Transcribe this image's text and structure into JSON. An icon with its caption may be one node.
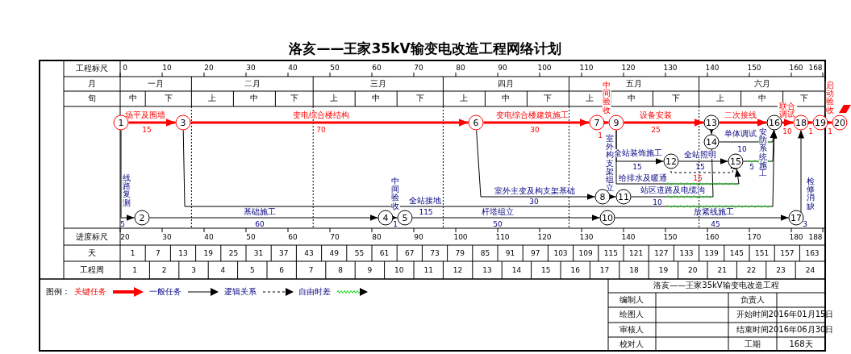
{
  "diagram": {
    "title": "洛亥——王家35kV输变电改造工程网络计划",
    "nodes": [
      {
        "text": [
          "1"
        ]
      },
      {
        "text": [
          "2"
        ]
      },
      {
        "text": [
          "3"
        ]
      },
      {
        "text": [
          "4"
        ]
      },
      {
        "text": [
          "5"
        ]
      },
      {
        "text": [
          "6"
        ]
      },
      {
        "text": [
          "7"
        ]
      },
      {
        "text": [
          "8"
        ]
      },
      {
        "text": [
          "9"
        ]
      },
      {
        "text": [
          "10"
        ]
      },
      {
        "text": [
          "11"
        ]
      },
      {
        "text": [
          "12"
        ]
      },
      {
        "text": [
          "13"
        ]
      },
      {
        "text": [
          "14"
        ]
      },
      {
        "text": [
          "15"
        ]
      },
      {
        "text": [
          "16"
        ]
      },
      {
        "text": [
          "17"
        ]
      },
      {
        "text": [
          "18"
        ]
      },
      {
        "text": [
          "19"
        ]
      },
      {
        "text": [
          "20"
        ]
      }
    ],
    "edges": [
      {
        "from": 0,
        "to": 2,
        "arrow": "to",
        "label": "场平及围墙",
        "style": "thick",
        "color": "#ff0000"
      },
      {
        "from": 0,
        "to": 1,
        "arrow": "to",
        "label": "线路复测"
      },
      {
        "from": 2,
        "to": 5,
        "arrow": "to",
        "label": "变电综合楼结构",
        "style": "thick",
        "color": "#ff0000"
      },
      {
        "from": 2,
        "to": 15,
        "arrow": "to",
        "label": "全站接地"
      },
      {
        "from": 1,
        "to": 3,
        "arrow": "to",
        "label": "基础施工"
      },
      {
        "from": 3,
        "to": 4,
        "arrow": "to",
        "label": "中间验收"
      },
      {
        "from": 5,
        "to": 6,
        "arrow": "to",
        "label": "变电综合楼建筑施工",
        "style": "thick",
        "color": "#ff0000"
      },
      {
        "from": 5,
        "to": 7,
        "arrow": "to",
        "label": "室外主变及构支架基础"
      },
      {
        "from": 4,
        "to": 9,
        "arrow": "to",
        "label": "杆塔组立"
      },
      {
        "from": 6,
        "to": 8,
        "arrow": "to",
        "label": "中间验收",
        "style": "thick",
        "color": "#ff0000"
      },
      {
        "from": 8,
        "to": 12,
        "arrow": "to",
        "label": "设备安装",
        "style": "thick",
        "color": "#ff0000"
      },
      {
        "from": 8,
        "to": 11,
        "arrow": "to",
        "label": "全站装饰施工"
      },
      {
        "from": 8,
        "to": 14,
        "arrow": "to",
        "label": "给排水及暖通"
      },
      {
        "from": 7,
        "to": 10,
        "arrow": "to",
        "label": "室外构支架组立"
      },
      {
        "from": 10,
        "to": 13,
        "arrow": "to",
        "label": "站区道路及电缆沟"
      },
      {
        "from": 9,
        "to": 16,
        "arrow": "to",
        "label": "放紧线施工"
      },
      {
        "from": 11,
        "to": 14,
        "arrow": "to",
        "label": "全站照明"
      },
      {
        "from": 11,
        "to": 14,
        "arrow": "to",
        "style": "dashed"
      },
      {
        "from": 12,
        "to": 13,
        "arrow": "to"
      },
      {
        "from": 12,
        "to": 15,
        "arrow": "to",
        "label": "二次接线",
        "style": "thick",
        "color": "#ff0000"
      },
      {
        "from": 13,
        "to": 15,
        "arrow": "to",
        "label": "单体调试"
      },
      {
        "from": 14,
        "to": 15,
        "arrow": "to",
        "label": "安防系统施工"
      },
      {
        "from": 15,
        "to": 17,
        "arrow": "to",
        "label": "联合调试",
        "style": "thick",
        "color": "#ff0000"
      },
      {
        "from": 16,
        "to": 17,
        "arrow": "to",
        "label": "检修消缺"
      },
      {
        "from": 17,
        "to": 18,
        "arrow": "to",
        "style": "thick",
        "color": "#ff0000"
      },
      {
        "from": 18,
        "to": 19,
        "arrow": "to",
        "label": "启动验收",
        "style": "thick",
        "color": "#ff0000"
      }
    ],
    "labels": [
      "工程标尺",
      "0",
      "10",
      "20",
      "30",
      "40",
      "50",
      "60",
      "70",
      "80",
      "90",
      "100",
      "110",
      "120",
      "130",
      "140",
      "150",
      "160",
      "168",
      "月",
      "一月",
      "二月",
      "三月",
      "四月",
      "五月",
      "六月",
      "旬",
      "中",
      "下",
      "上",
      "中",
      "下",
      "上",
      "中",
      "下",
      "上",
      "中",
      "下",
      "上",
      "中",
      "下",
      "上",
      "中",
      "下",
      "15",
      "5",
      "70",
      "115",
      "60",
      "1",
      "30",
      "30",
      "50",
      "1",
      "25",
      "15",
      "10",
      "45",
      "15",
      "15",
      "10",
      "5",
      "10",
      "3",
      "1",
      "1",
      "进度标尺",
      "20",
      "30",
      "40",
      "50",
      "60",
      "70",
      "80",
      "90",
      "100",
      "110",
      "120",
      "130",
      "140",
      "150",
      "160",
      "170",
      "180",
      "188",
      "天",
      "1",
      "7",
      "13",
      "19",
      "25",
      "31",
      "37",
      "43",
      "49",
      "55",
      "61",
      "67",
      "73",
      "79",
      "85",
      "91",
      "97",
      "103",
      "109",
      "115",
      "121",
      "127",
      "133",
      "139",
      "145",
      "151",
      "157",
      "163",
      "工程周",
      "1",
      "2",
      "3",
      "4",
      "5",
      "6",
      "7",
      "8",
      "9",
      "10",
      "11",
      "12",
      "13",
      "14",
      "15",
      "16",
      "17",
      "18",
      "19",
      "20",
      "21",
      "22",
      "23",
      "24",
      "图例：",
      "洛亥——王家35kV输变电改造工程",
      "编制人",
      "负责人",
      "绘图人",
      "开始时间",
      "2016年01月15日",
      "审核人",
      "结束时间",
      "2016年06月30日",
      "校对人",
      "工期",
      "168天"
    ],
    "legend": [
      {
        "text": "关键任务"
      },
      {
        "text": "一般任务"
      },
      {
        "text": "逻辑关系"
      },
      {
        "text": "自由时差"
      }
    ]
  }
}
